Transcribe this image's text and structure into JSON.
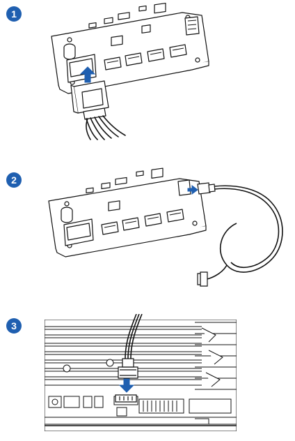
{
  "steps": [
    {
      "number": "1"
    },
    {
      "number": "2"
    },
    {
      "number": "3"
    }
  ],
  "colors": {
    "badge": "#1f5fb0",
    "arrow": "#1f5fb0",
    "line": "#111111",
    "fill": "#ffffff"
  }
}
